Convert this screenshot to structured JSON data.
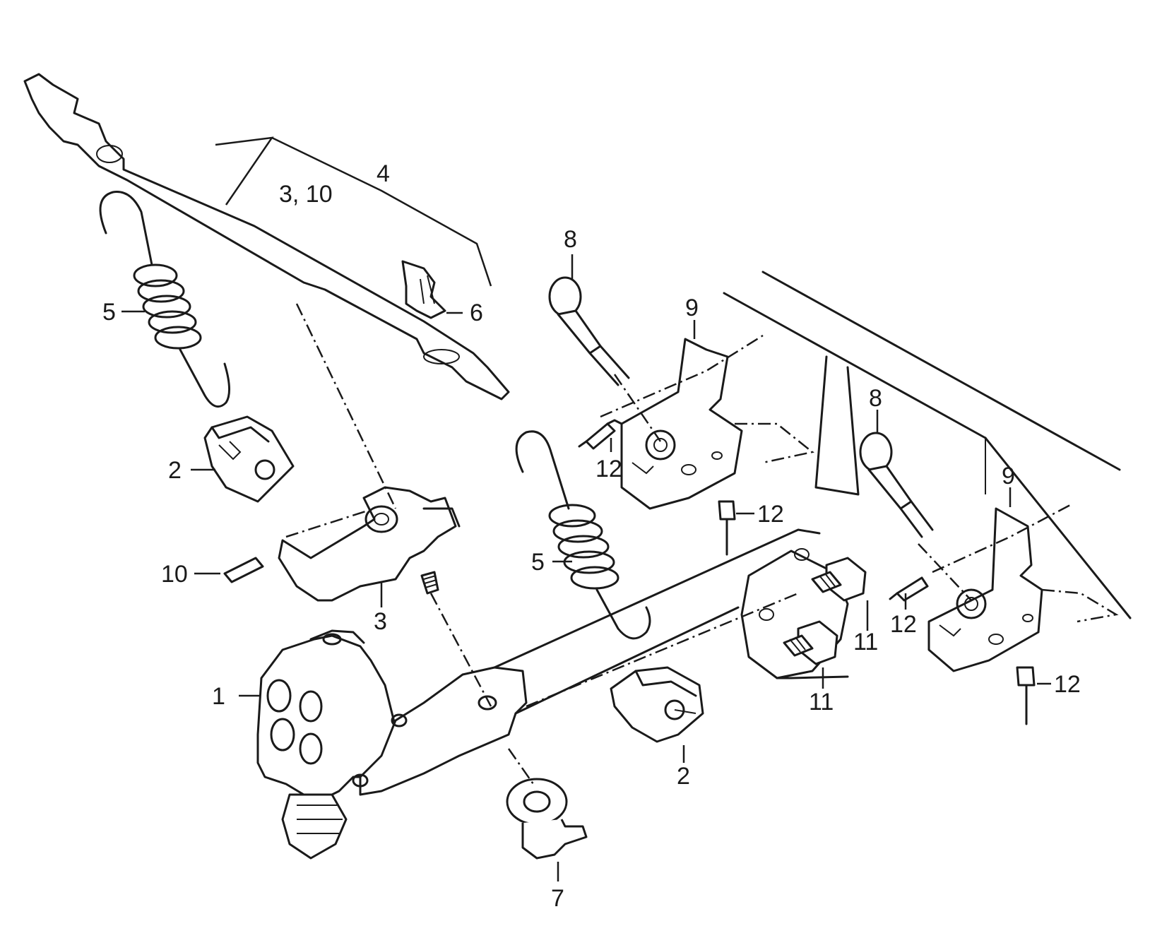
{
  "callouts": {
    "c1": "1",
    "c2a": "2",
    "c2b": "2",
    "c3": "3",
    "c3_10": "3, 10",
    "c4": "4",
    "c5a": "5",
    "c5b": "5",
    "c6": "6",
    "c7": "7",
    "c8a": "8",
    "c8b": "8",
    "c9a": "9",
    "c9b": "9",
    "c10": "10",
    "c11a": "11",
    "c11b": "11",
    "c12a": "12",
    "c12b": "12",
    "c12c": "12",
    "c12d": "12"
  },
  "colors": {
    "ink": "#1a1a1a",
    "paper": "#ffffff"
  }
}
